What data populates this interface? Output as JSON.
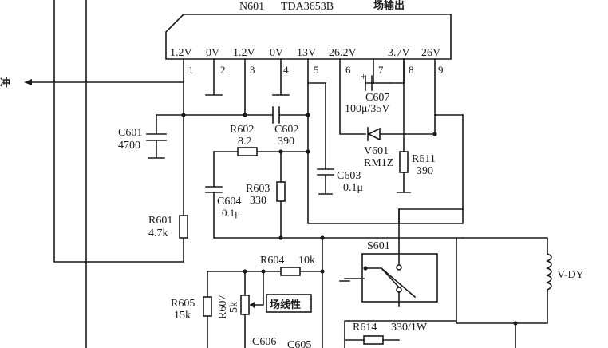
{
  "ic": {
    "designator": "N601",
    "part": "TDA3653B",
    "function": "场输出",
    "pin_voltages": [
      "1.2V",
      "0V",
      "1.2V",
      "0V",
      "13V",
      "26.2V",
      "3.7V",
      "26V"
    ],
    "pin_numbers": [
      "1",
      "2",
      "3",
      "4",
      "5",
      "6",
      "7",
      "8",
      "9"
    ]
  },
  "signal_out": "冲",
  "components": {
    "c601": {
      "ref": "C601",
      "value": "4700"
    },
    "r602": {
      "ref": "R602",
      "value": "8.2"
    },
    "c602": {
      "ref": "C602",
      "value": "390"
    },
    "c607": {
      "ref": "C607",
      "value": "100μ/35V"
    },
    "v601": {
      "ref": "V601",
      "value": "RM1Z"
    },
    "r611": {
      "ref": "R611",
      "value": "390"
    },
    "c603": {
      "ref": "C603",
      "value": "0.1μ"
    },
    "r603": {
      "ref": "R603",
      "value": "330"
    },
    "c604": {
      "ref": "C604",
      "value": "0.1μ"
    },
    "r601": {
      "ref": "R601",
      "value": "4.7k"
    },
    "r604": {
      "ref": "R604",
      "value": "10k"
    },
    "s601": {
      "ref": "S601"
    },
    "r605": {
      "ref": "R605",
      "value": "15k"
    },
    "r607": {
      "ref": "R607",
      "value": "5k"
    },
    "linearity": {
      "label": "场线性"
    },
    "c606": {
      "ref": "C606"
    },
    "c605": {
      "ref": "C605"
    },
    "r614": {
      "ref": "R614",
      "value": "330/1W"
    },
    "yoke": {
      "ref": "V-DY"
    }
  }
}
